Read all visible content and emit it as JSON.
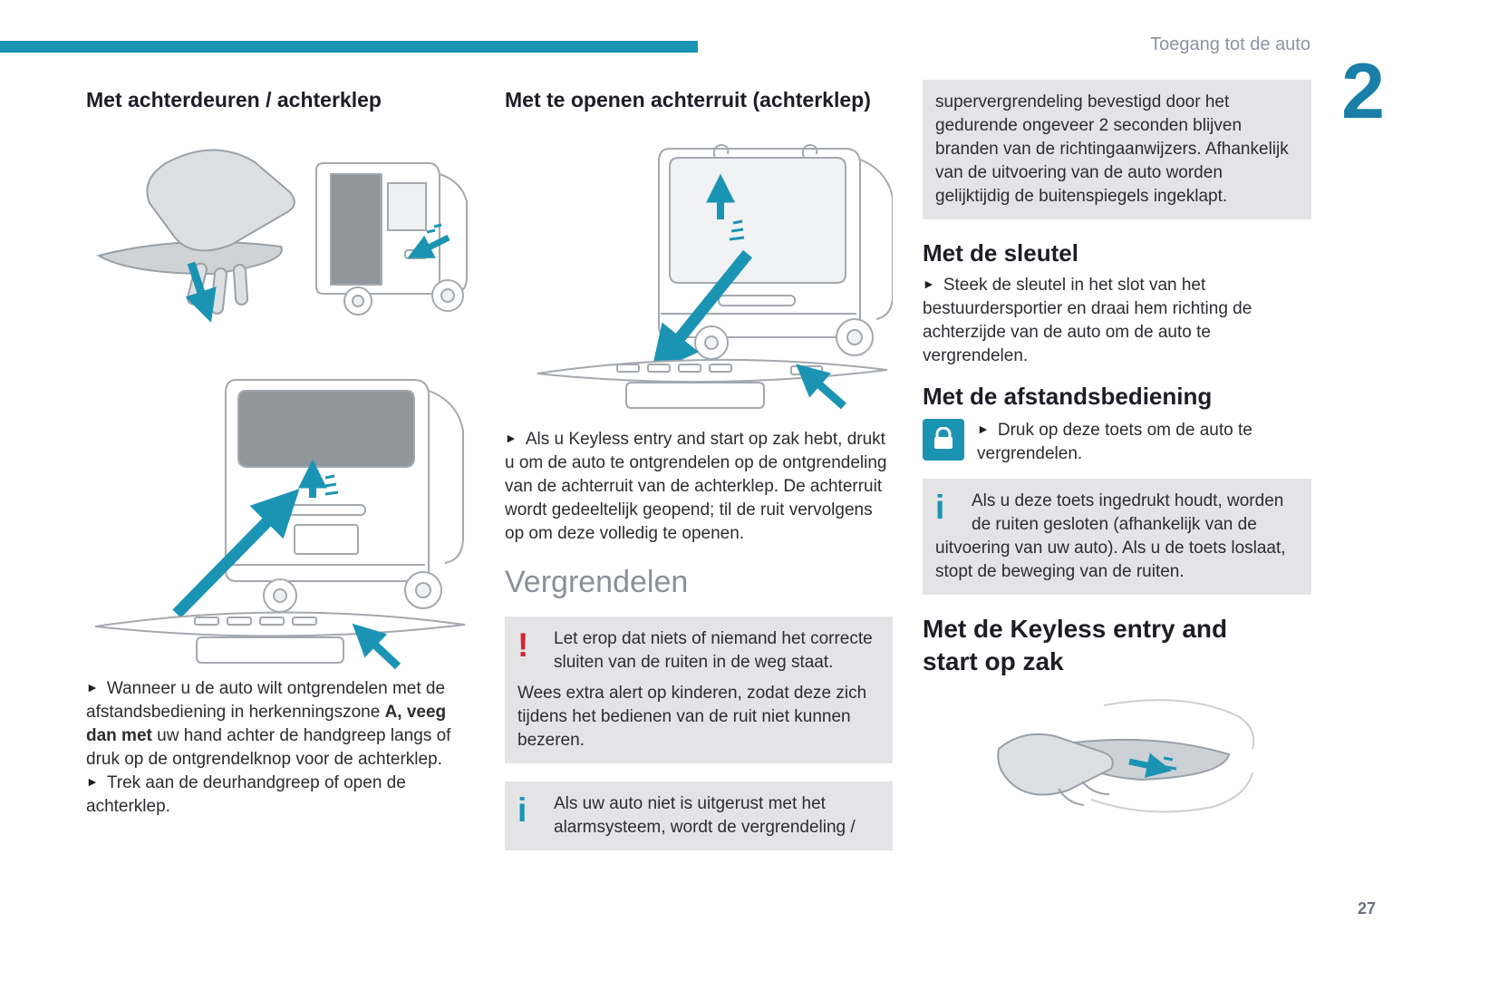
{
  "colors": {
    "accent_teal": "#1b94b4",
    "chapter_blue": "#1a7fa8",
    "warning_red": "#d6232e",
    "gray_box": "#e4e4e6",
    "heading_dark": "#1d1d25",
    "muted_heading_gray": "#8a9099"
  },
  "icons": {
    "bullet": "►",
    "warning": "!",
    "info": "i",
    "lock": "closed-padlock"
  },
  "header": {
    "breadcrumb": "Toegang tot de auto",
    "chapter_number": "2"
  },
  "footer": {
    "page_number": "27"
  },
  "col1": {
    "heading": "Met achterdeuren / achterklep",
    "para1_prefix": "Wanneer u de auto wilt ontgrendelen met de afstandsbediening in herkenningszone ",
    "para1_bold": "A, veeg dan met",
    "para1_suffix": " uw hand achter de handgreep langs of druk op de ontgrendelknop voor de achterklep.",
    "para2": "Trek aan de deurhandgreep of open de achterklep."
  },
  "col2": {
    "heading": "Met te openen achterruit (achterklep)",
    "para1": "Als u Keyless entry and start op zak hebt, drukt u om de auto te ontgrendelen op de ontgrendeling van de achterruit van de achterklep. De achterruit wordt gedeeltelijk geopend; til de ruit vervolgens op om deze volledig te openen.",
    "section_heading": "Vergrendelen",
    "warning_para1": "Let erop dat niets of niemand het correcte sluiten van de ruiten in de weg staat.",
    "warning_para2": "Wees extra alert op kinderen, zodat deze zich tijdens het bedienen van de ruit niet kunnen bezeren.",
    "info_text": "Als uw auto niet is uitgerust met het alarmsysteem, wordt de vergrendeling /"
  },
  "col3": {
    "continuation_text": "supervergrendeling bevestigd door het gedurende ongeveer 2 seconden blijven branden van de richtingaanwijzers. Afhankelijk van de uitvoering van de auto worden gelijktijdig de buitenspiegels ingeklapt.",
    "heading_key": "Met de sleutel",
    "para_key": "Steek de sleutel in het slot van het bestuurdersportier en draai hem richting de achterzijde van de auto om de auto te vergrendelen.",
    "heading_remote": "Met de afstandsbediening",
    "para_remote": "Druk op deze toets om de auto te vergrendelen.",
    "info_text": "Als u deze toets ingedrukt houdt, worden de ruiten gesloten (afhankelijk van de uitvoering van uw auto). Als u de toets loslaat, stopt de beweging van de ruiten.",
    "heading_keyless_line1": "Met de Keyless entry and",
    "heading_keyless_line2": "start op zak"
  }
}
